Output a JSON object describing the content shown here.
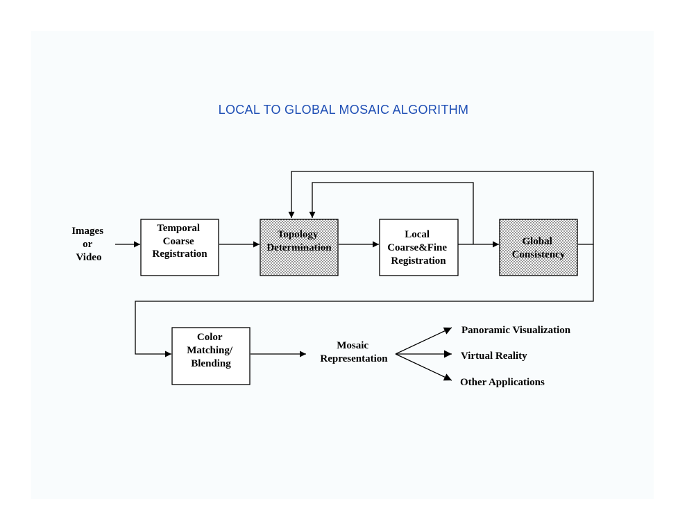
{
  "title": "LOCAL TO GLOBAL MOSAIC ALGORITHM",
  "input": {
    "lines": [
      "Images",
      "or",
      "Video"
    ]
  },
  "nodes": {
    "temporal": {
      "lines": [
        "Temporal",
        "Coarse",
        "Registration"
      ],
      "style": "plain"
    },
    "topology": {
      "lines": [
        "Topology",
        "Determination"
      ],
      "style": "dotted"
    },
    "local": {
      "lines": [
        "Local",
        "Coarse&Fine",
        "Registration"
      ],
      "style": "plain"
    },
    "global": {
      "lines": [
        "Global",
        "Consistency"
      ],
      "style": "dotted"
    },
    "color": {
      "lines": [
        "Color",
        "Matching/",
        "Blending"
      ],
      "style": "plain"
    }
  },
  "mosaic": {
    "lines": [
      "Mosaic",
      "Representation"
    ]
  },
  "outputs": [
    "Panoramic Visualization",
    "Virtual Reality",
    "Other Applications"
  ],
  "edges": [
    {
      "from": "input",
      "to": "temporal"
    },
    {
      "from": "temporal",
      "to": "topology"
    },
    {
      "from": "topology",
      "to": "local"
    },
    {
      "from": "local",
      "to": "global"
    },
    {
      "from": "local",
      "to": "topology",
      "type": "feedback"
    },
    {
      "from": "global",
      "to": "topology",
      "type": "feedback"
    },
    {
      "from": "global",
      "to": "color"
    },
    {
      "from": "color",
      "to": "mosaic"
    },
    {
      "from": "mosaic",
      "to": "outputs"
    }
  ]
}
